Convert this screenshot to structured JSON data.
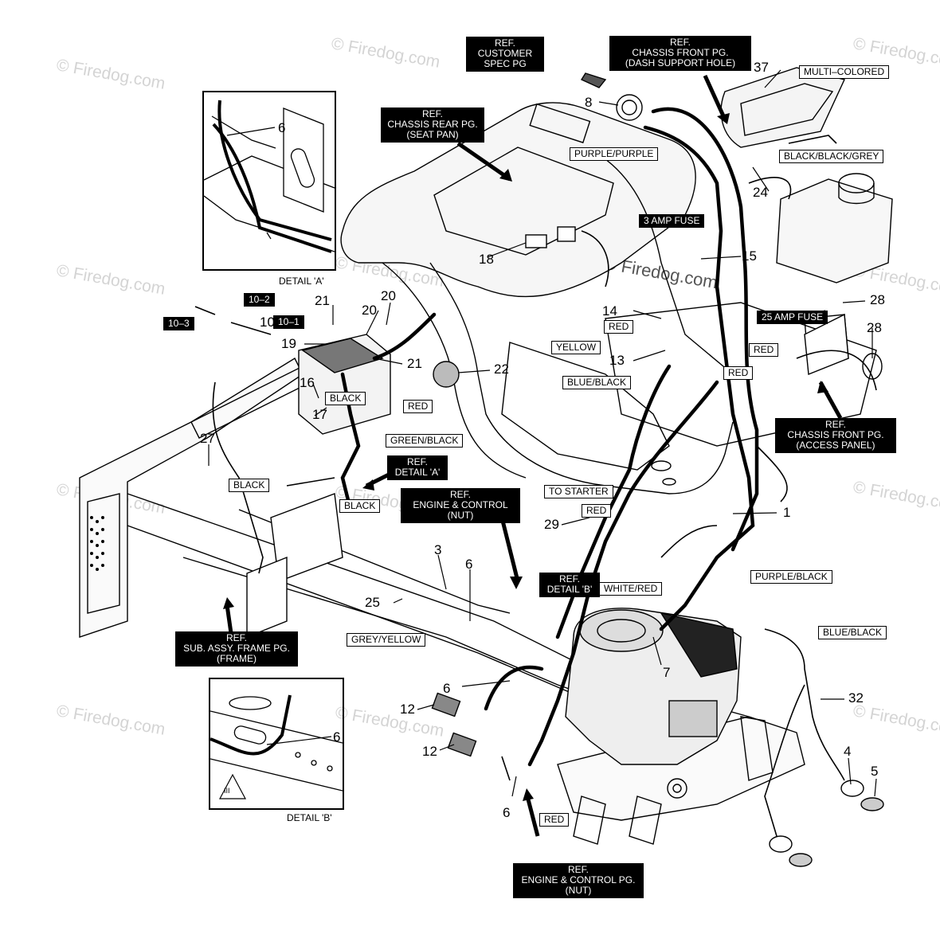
{
  "watermark": "© Firedog.com",
  "refs": {
    "customer_spec": "REF.\nCUSTOMER\nSPEC PG",
    "chassis_front_dash": "REF.\nCHASSIS FRONT PG.\n(DASH SUPPORT HOLE)",
    "chassis_rear": "REF.\nCHASSIS REAR PG.\n(SEAT PAN)",
    "detail_a": "REF.\nDETAIL 'A'",
    "engine_control_top": "REF.\nENGINE & CONTROL\n(NUT)",
    "chassis_front_access": "REF.\nCHASSIS FRONT PG.\n(ACCESS PANEL)",
    "sub_assy_frame": "REF.\nSUB. ASSY. FRAME PG.\n(FRAME)",
    "detail_b": "REF.\nDETAIL 'B'",
    "engine_control_bottom": "REF.\nENGINE & CONTROL PG.\n(NUT)"
  },
  "wire_labels": {
    "multi_colored": "MULTI–COLORED",
    "purple_purple": "PURPLE/PURPLE",
    "black_black_grey": "BLACK/BLACK/GREY",
    "fuse_3amp": "3 AMP FUSE",
    "fuse_25amp": "25 AMP FUSE",
    "red_14": "RED",
    "yellow": "YELLOW",
    "red_right1": "RED",
    "red_right2": "RED",
    "blue_black_center": "BLUE/BLACK",
    "black_16": "BLACK",
    "red_batt": "RED",
    "green_black": "GREEN/BLACK",
    "black_27": "BLACK",
    "black_lower": "BLACK",
    "to_starter": "TO STARTER",
    "red_29": "RED",
    "white_red": "WHITE/RED",
    "purple_black": "PURPLE/BLACK",
    "blue_black_right": "BLUE/BLACK",
    "grey_yellow": "GREY/YELLOW",
    "red_bottom": "RED"
  },
  "callouts": [
    "1",
    "3",
    "4",
    "5",
    "6",
    "6",
    "6",
    "6",
    "7",
    "8",
    "10",
    "10–1",
    "10–2",
    "10–3",
    "12",
    "12",
    "13",
    "14",
    "15",
    "16",
    "17",
    "18",
    "19",
    "20",
    "20",
    "21",
    "21",
    "22",
    "24",
    "25",
    "27",
    "28",
    "28",
    "29",
    "32",
    "37"
  ],
  "captions": {
    "detail_a": "DETAIL 'A'",
    "detail_b": "DETAIL 'B'",
    "detail_a_num": "6",
    "detail_b_num": "6",
    "triangle": "III"
  }
}
